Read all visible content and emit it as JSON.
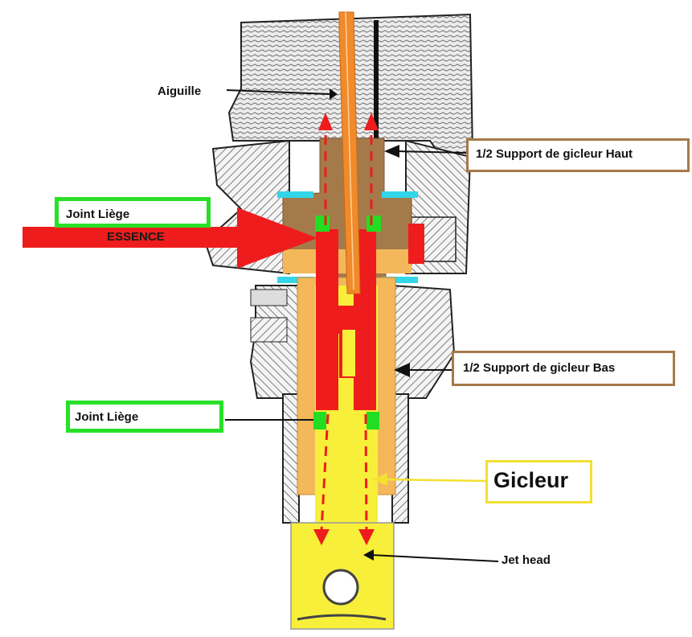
{
  "labels": {
    "aiguille": "Aiguille",
    "support_haut": "1/2 Support de gicleur Haut",
    "joint_liege_top": "Joint Liège",
    "essence": "ESSENCE",
    "support_bas": "1/2 Support de gicleur Bas",
    "joint_liege_bottom": "Joint Liège",
    "gicleur": "Gicleur",
    "jet_head": "Jet head"
  },
  "colors": {
    "fuel_red": "#ee1c1c",
    "brown_support": "#a57a4a",
    "tan_support": "#f4b85a",
    "jet_yellow": "#f7ef3a",
    "needle_orange": "#f08a2a",
    "seal_green": "#22dd22",
    "seal_cyan": "#33d6e8",
    "hatch": "#555555"
  }
}
